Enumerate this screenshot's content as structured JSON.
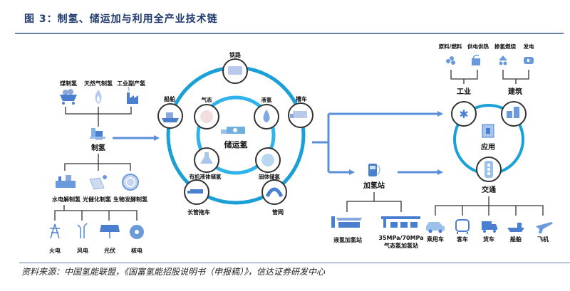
{
  "title": "图 3：制氢、储运加与利用全产业技术链",
  "source": "资料来源：中国氢能联盟，《国富氢能招股说明书（申报稿）》，信达证券研发中心",
  "colors": {
    "ring": "#1a9fd6",
    "arrow": "#5b8fdc",
    "icon": "#4a7fd0",
    "line": "#333333"
  },
  "production": {
    "title": "制氢",
    "sources_top": [
      {
        "label": "煤制氢",
        "icon": "coal-cart-icon"
      },
      {
        "label": "天然气制氢",
        "icon": "gas-flame-icon"
      },
      {
        "label": "工业副产氢",
        "icon": "factory-icon"
      }
    ],
    "methods": [
      {
        "label": "水电解制氢",
        "icon": "electrolysis-plant-icon"
      },
      {
        "label": "光催化制氢",
        "icon": "solar-catalysis-icon"
      },
      {
        "label": "生物发酵制氢",
        "icon": "bio-fermentation-icon"
      }
    ],
    "power_sources": [
      {
        "label": "火电",
        "icon": "power-tower-icon"
      },
      {
        "label": "风电",
        "icon": "wind-turbine-icon"
      },
      {
        "label": "光伏",
        "icon": "solar-panel-icon"
      },
      {
        "label": "核电",
        "icon": "nuclear-icon"
      }
    ]
  },
  "storage": {
    "title": "储运氢",
    "outer": [
      {
        "label": "铁路",
        "icon": "train-icon"
      },
      {
        "label": "槽车",
        "icon": "tank-truck-icon"
      },
      {
        "label": "管网",
        "icon": "pipeline-icon"
      },
      {
        "label": "长管拖车",
        "icon": "tube-trailer-icon"
      },
      {
        "label": "船舶",
        "icon": "ship-icon"
      }
    ],
    "inner": [
      {
        "label": "气态",
        "icon": "gas-state-icon"
      },
      {
        "label": "液氢",
        "icon": "liquid-drop-icon"
      },
      {
        "label": "固体储氢",
        "icon": "solid-storage-icon"
      },
      {
        "label": "有机液体储氢",
        "icon": "flask-icon"
      }
    ]
  },
  "refueling": {
    "title": "加氢站",
    "types": [
      {
        "label": "液氢加氢站",
        "icon": "liquid-station-icon"
      },
      {
        "label": "35MPa/70MPa",
        "label2": "气态氢加氢站",
        "icon": "gas-station-icon"
      }
    ]
  },
  "application": {
    "title": "应用",
    "industry": {
      "label": "工业",
      "icon": "snowflake-icon",
      "children": [
        {
          "label": "原料/燃料",
          "icon": "raw-material-icon"
        },
        {
          "label": "供电供热",
          "icon": "heat-plant-icon"
        }
      ]
    },
    "building": {
      "label": "建筑",
      "icon": "building-icon",
      "children": [
        {
          "label": "掺氢燃烧",
          "icon": "blend-combustion-icon"
        },
        {
          "label": "发电",
          "icon": "battery-icon"
        }
      ]
    },
    "transport": {
      "label": "交通",
      "icon": "traffic-light-icon",
      "children": [
        {
          "label": "乘用车",
          "icon": "car-icon"
        },
        {
          "label": "客车",
          "icon": "bus-icon"
        },
        {
          "label": "货车",
          "icon": "truck-icon"
        },
        {
          "label": "船舶",
          "icon": "cargo-ship-icon"
        },
        {
          "label": "飞机",
          "icon": "airplane-icon"
        }
      ]
    }
  }
}
